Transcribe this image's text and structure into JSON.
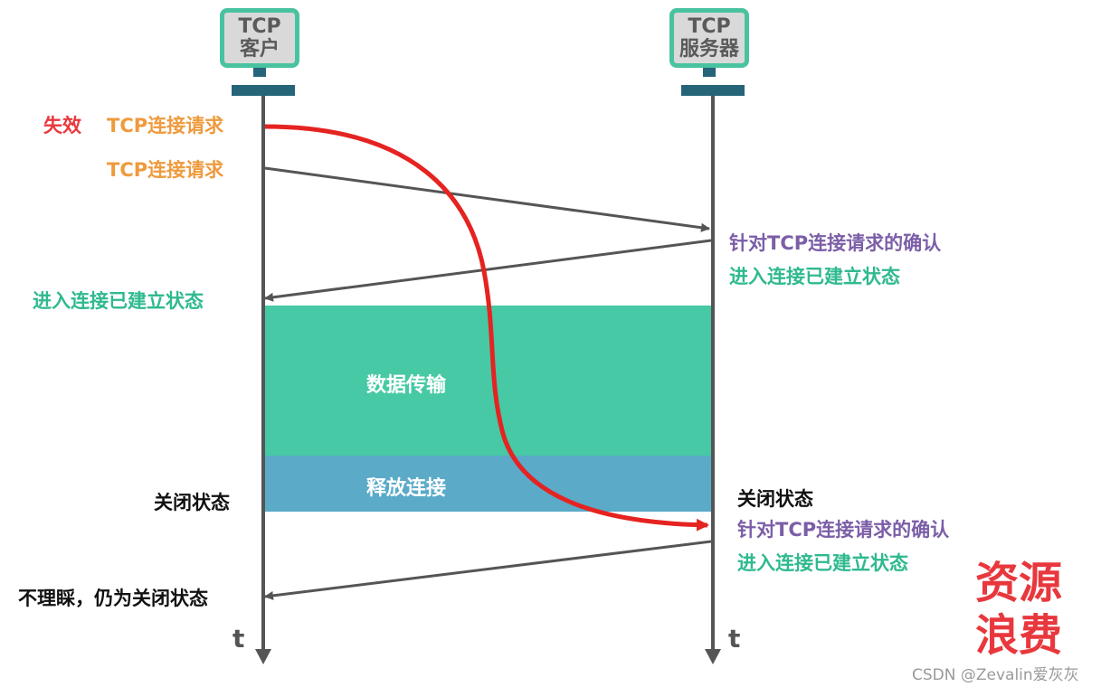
{
  "hosts": {
    "client": {
      "line1": "TCP",
      "line2": "客户"
    },
    "server": {
      "line1": "TCP",
      "line2": "服务器"
    }
  },
  "left_labels": {
    "invalid_prefix": "失效",
    "invalid_request": "TCP连接请求",
    "request": "TCP连接请求",
    "established": "进入连接已建立状态",
    "closed": "关闭状态",
    "ignore": "不理睬，仍为关闭状态"
  },
  "right_labels": {
    "ack_1": "针对TCP连接请求的确认",
    "established_1": "进入连接已建立状态",
    "closed": "关闭状态",
    "ack_2": "针对TCP连接请求的确认",
    "established_2": "进入连接已建立状态"
  },
  "bands": {
    "data_transfer": "数据传输",
    "release": "释放连接"
  },
  "axis": {
    "client_t": "t",
    "server_t": "t"
  },
  "callout": {
    "line1": "资源",
    "line2": "浪费"
  },
  "watermark": "CSDN @Zevalin爱灰灰",
  "colors": {
    "teal_band": "#46c9a4",
    "blue_band": "#5aaac8",
    "host_border": "#49c2a0",
    "stand": "#26647a",
    "timeline": "#555555",
    "red_curve": "#e52321",
    "orange_text": "#ef9a3d",
    "purple_text": "#7b5ea7",
    "teal_text": "#2fb98f"
  }
}
